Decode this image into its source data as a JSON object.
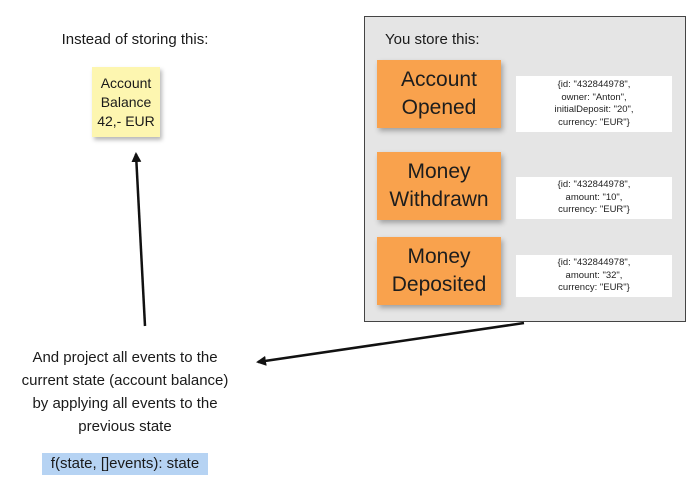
{
  "left_heading": "Instead of storing this:",
  "balance_note": {
    "line1": "Account",
    "line2": "Balance",
    "line3": "42,- EUR"
  },
  "store_heading": "You store this:",
  "events": [
    {
      "name_line1": "Account",
      "name_line2": "Opened",
      "payload": [
        "{id: \"432844978\",",
        "owner: \"Anton\",",
        "initialDeposit: \"20\",",
        "currency: \"EUR\"}"
      ]
    },
    {
      "name_line1": "Money",
      "name_line2": "Withdrawn",
      "payload": [
        "{id: \"432844978\",",
        "amount: \"10\",",
        "currency: \"EUR\"}"
      ]
    },
    {
      "name_line1": "Money",
      "name_line2": "Deposited",
      "payload": [
        "{id: \"432844978\",",
        "amount: \"32\",",
        "currency: \"EUR\"}"
      ]
    }
  ],
  "projection_text": [
    "And project all events to the",
    "current state (account balance)",
    "by applying all events to the",
    "previous state"
  ],
  "formula": "f(state, []events): state",
  "colors": {
    "sticky_yellow": "#fdf6b0",
    "event_orange": "#f9a24d",
    "panel_gray": "#e5e5e5",
    "formula_highlight": "#b6d3f3"
  }
}
